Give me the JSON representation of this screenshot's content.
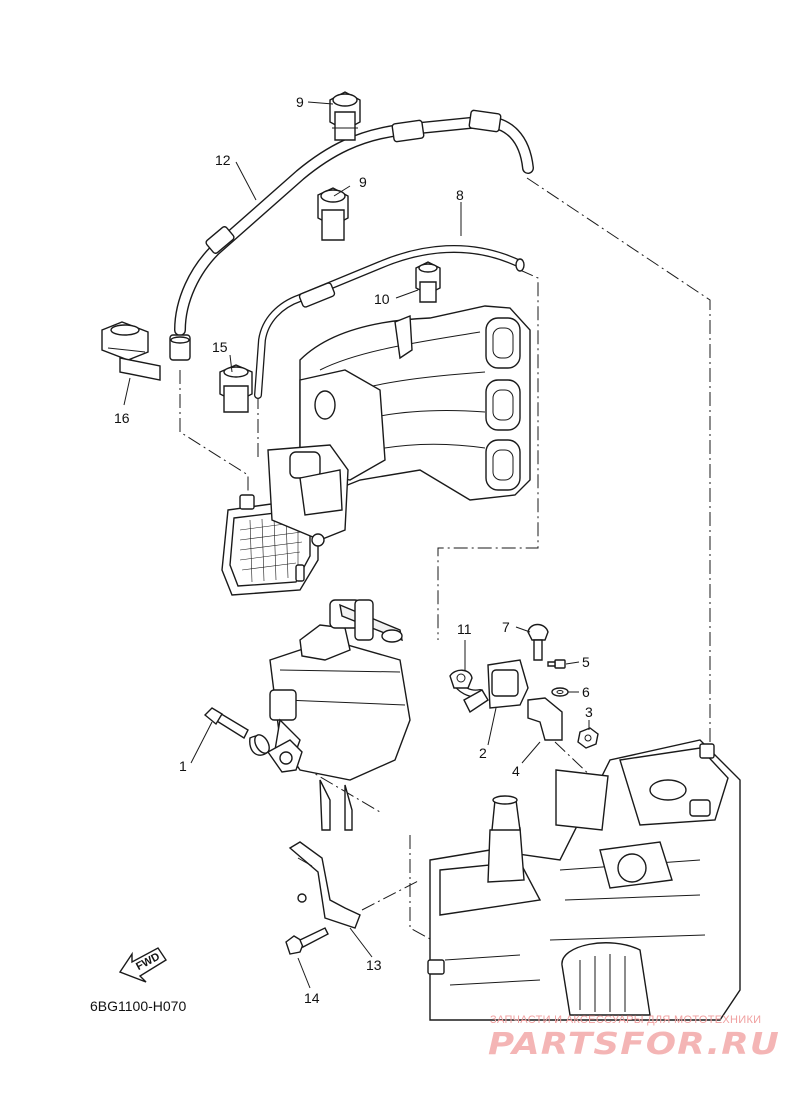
{
  "callouts": [
    {
      "num": "1"
    },
    {
      "num": "2"
    },
    {
      "num": "3"
    },
    {
      "num": "4"
    },
    {
      "num": "5"
    },
    {
      "num": "6"
    },
    {
      "num": "7"
    },
    {
      "num": "8"
    },
    {
      "num": "9"
    },
    {
      "num": "9"
    },
    {
      "num": "10"
    },
    {
      "num": "11"
    },
    {
      "num": "12"
    },
    {
      "num": "13"
    },
    {
      "num": "14"
    },
    {
      "num": "15"
    },
    {
      "num": "16"
    }
  ],
  "diagram_code": "6BG1100-H070",
  "fwd_label": "FWD",
  "watermark": {
    "tagline": "ЗАПЧАСТИ И АКСЕССУАРЫ ДЛЯ МОТОТЕХНИКИ",
    "logo": "PARTSFOR.RU",
    "color": "#f4b5b5"
  }
}
